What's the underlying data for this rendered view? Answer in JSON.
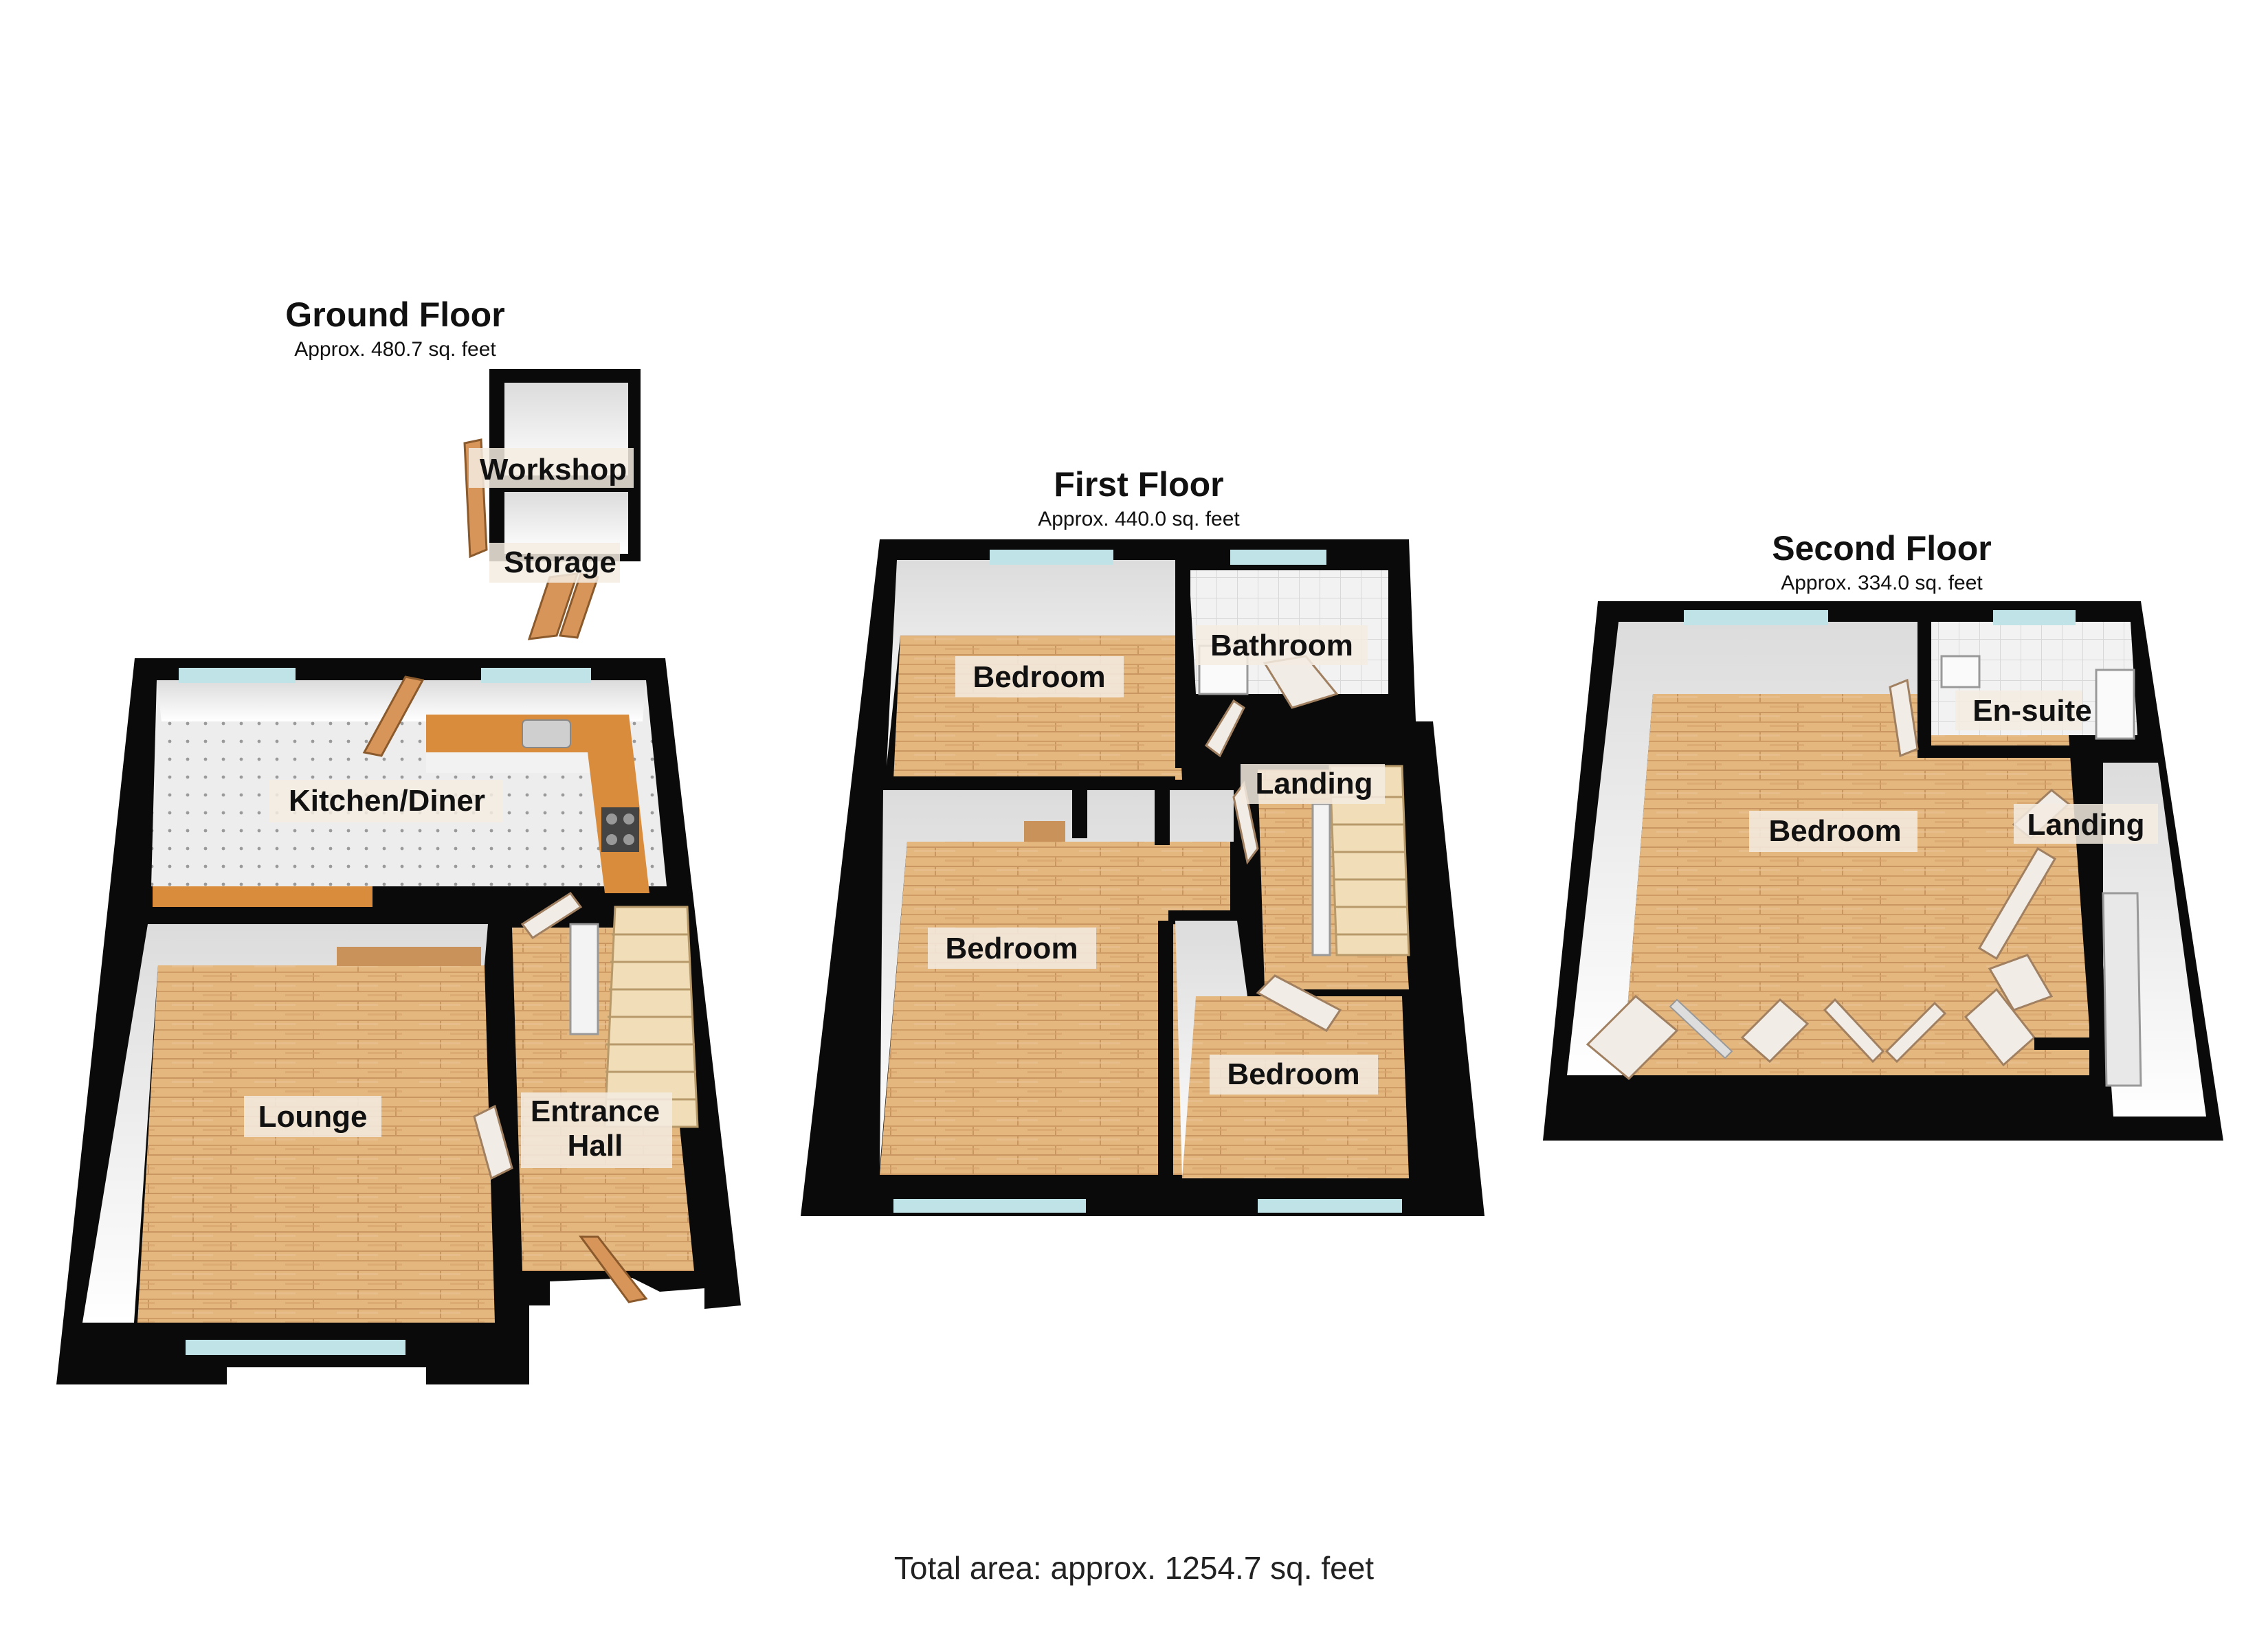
{
  "total_area": "Total area: approx. 1254.7 sq. feet",
  "floors": [
    {
      "title": "Ground Floor",
      "area": "Approx. 480.7 sq. feet",
      "rooms": [
        "Workshop",
        "Storage",
        "Kitchen/Diner",
        "Lounge",
        "Entrance",
        "Hall"
      ]
    },
    {
      "title": "First Floor",
      "area": "Approx. 440.0 sq. feet",
      "rooms": [
        "Bedroom",
        "Bathroom",
        "Landing",
        "Bedroom",
        "Bedroom"
      ]
    },
    {
      "title": "Second Floor",
      "area": "Approx. 334.0 sq. feet",
      "rooms": [
        "En-suite",
        "Bedroom",
        "Landing"
      ]
    }
  ],
  "colors": {
    "wall": "#0a0a0a",
    "wood_floor": "#e2b47c",
    "tile_floor": "#ececec",
    "worktop": "#d98c3c",
    "door": "#d8955a",
    "window": "#bfe3e6"
  }
}
